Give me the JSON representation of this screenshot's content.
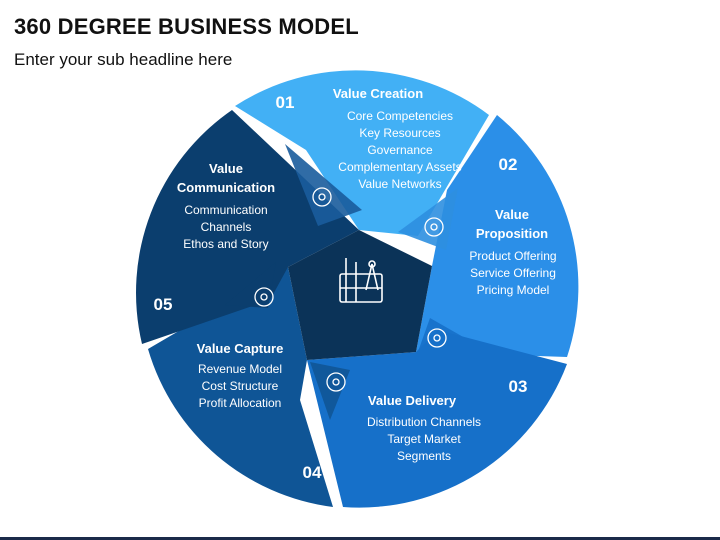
{
  "title": "360 DEGREE BUSINESS MODEL",
  "subtitle": "Enter your sub headline here",
  "segments": [
    {
      "number": "01",
      "title_lines": [
        "Value Creation"
      ],
      "items": [
        "Core Competencies",
        "Key Resources",
        "Governance",
        "Complementary Assets",
        "Value Networks"
      ],
      "color": "#42b0f5",
      "icon": "brain-gear-icon"
    },
    {
      "number": "02",
      "title_lines": [
        "Value",
        "Proposition"
      ],
      "items": [
        "Product Offering",
        "Service Offering",
        "Pricing Model"
      ],
      "color": "#2b8fe8",
      "icon": "hand-with-dollar-icon"
    },
    {
      "number": "03",
      "title_lines": [
        "Value Delivery"
      ],
      "items": [
        "Distribution Channels",
        "Target Market",
        "Segments"
      ],
      "color": "#1670c9",
      "icon": "delivery-truck-icon"
    },
    {
      "number": "04",
      "title_lines": [
        "Value Capture"
      ],
      "items": [
        "Revenue Model",
        "Cost Structure",
        "Profit Allocation"
      ],
      "color": "#0f5596",
      "icon": "growth-money-icon"
    },
    {
      "number": "05",
      "title_lines": [
        "Value",
        "Communication"
      ],
      "items": [
        "Communication",
        "Channels",
        "Ethos and Story"
      ],
      "color": "#0b3e6e",
      "icon": "people-talking-icon"
    }
  ],
  "center": {
    "color": "#0b3358",
    "icon": "blueprint-tools-icon"
  },
  "colors": {
    "accent_dark": "#1b2a49",
    "text_dark": "#111111"
  }
}
